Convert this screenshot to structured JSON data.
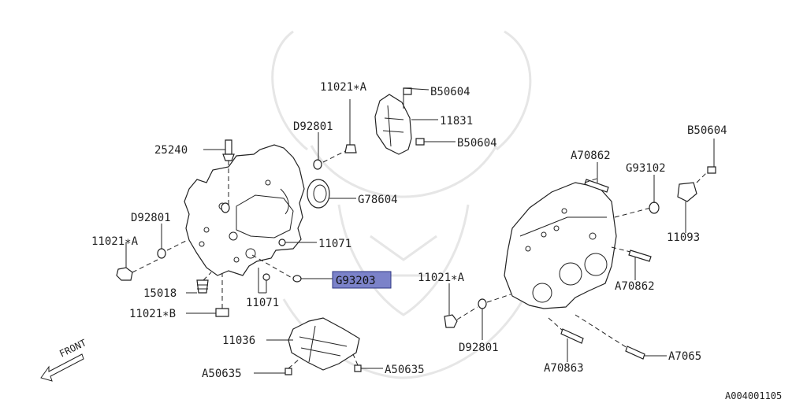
{
  "callouts": {
    "c_11021a_top": "11021∗A",
    "c_b50604_top": "B50604",
    "c_11831": "11831",
    "c_b50604_mid": "B50604",
    "c_d92801_top": "D92801",
    "c_25240": "25240",
    "c_g78604": "G78604",
    "c_d92801_left": "D92801",
    "c_11021a_left": "11021∗A",
    "c_11071_right": "11071",
    "c_g93203": "G93203",
    "c_15018": "15018",
    "c_11071_bottom": "11071",
    "c_11021b": "11021∗B",
    "c_11036": "11036",
    "c_a50635_left": "A50635",
    "c_a50635_right": "A50635",
    "c_b50604_right": "B50604",
    "c_a70862_top": "A70862",
    "c_g93102": "G93102",
    "c_11093": "11093",
    "c_a70862_mid": "A70862",
    "c_11021a_mid": "11021∗A",
    "c_d92801_bottom": "D92801",
    "c_a70863": "A70863",
    "c_a7065": "A7065"
  },
  "front_label": "FRONT",
  "figure_code": "A004001105",
  "colors": {
    "line": "#222222",
    "highlight_fill": "#7b82c9",
    "highlight_border": "#2d3582",
    "watermark": "#e6e6e6"
  },
  "highlighted_part": "G93203"
}
